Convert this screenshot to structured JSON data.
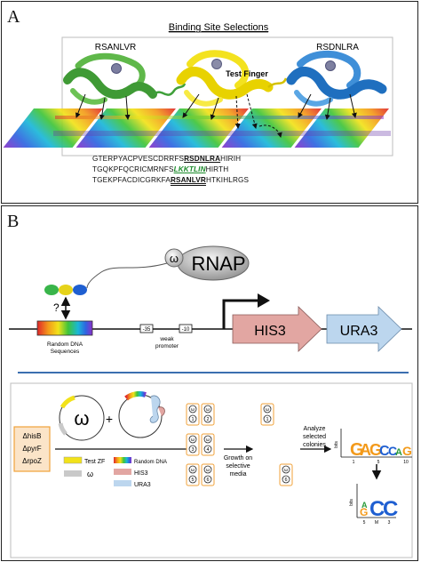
{
  "panelA": {
    "letter": "A",
    "title": "Binding Site Selections",
    "finger_left": "RSANLVR",
    "finger_right": "RSDNLRA",
    "test_finger": "Test Finger",
    "seq1": {
      "pre": "GTERPYACPVESCDRRFS",
      "mark": "RSDNLRA",
      "post": "HIRIH"
    },
    "seq2": {
      "pre": "TGQKPFQCRICMRNFS",
      "mark": "LKKTLIN",
      "post": "HIRTH"
    },
    "seq3": {
      "pre": "TGEKPFACDICGRKFA",
      "mark": "RSANLVR",
      "post": "HTKIHLRGS"
    }
  },
  "panelB": {
    "letter": "B",
    "omega": "ω",
    "rnap": "RNAP",
    "question": "?",
    "random_dna": "Random DNA\nSequences",
    "minus35": "-35",
    "minus10": "-10",
    "weak_promoter": "weak\npromoter",
    "his3": "HIS3",
    "ura3": "URA3"
  },
  "panelC": {
    "strain": [
      "ΔhisB",
      "ΔpyrF",
      "ΔrpoZ"
    ],
    "plasmid_omega": "ω",
    "plus": "+",
    "legend": [
      {
        "label": "Test ZF",
        "color": "#f2e21a"
      },
      {
        "label": "Random DNA",
        "color": "rainbow"
      },
      {
        "label": "HIS3",
        "color": "#e3a6a3"
      },
      {
        "label": "ω",
        "color": "#c9c9c9"
      },
      {
        "label": "URA3",
        "color": "#bcd7ee"
      }
    ],
    "colonies_a": [
      "1",
      "2",
      "3",
      "4",
      "5",
      "6"
    ],
    "colonies_b": [
      "1"
    ],
    "colonies_c": [
      "6"
    ],
    "growth_label": "Growth on\nselective\nmedia",
    "analyze_label": "Analyze\nselected\ncolonies",
    "logo1_axis": "bits",
    "logo1_ticks": [
      "1",
      "5",
      "10"
    ],
    "logo2_axis": "bits",
    "logo2_ticks": [
      "5",
      "M",
      "3"
    ]
  }
}
